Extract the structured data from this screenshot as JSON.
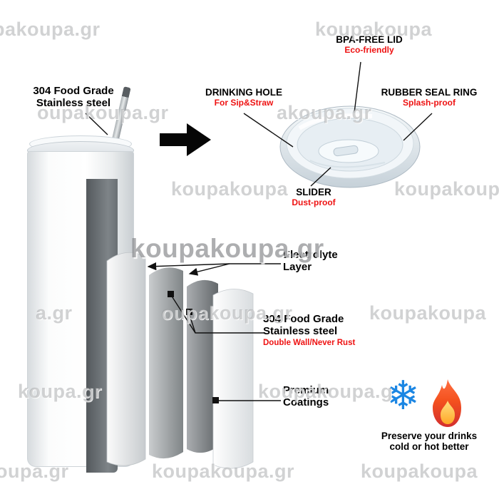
{
  "watermarks": [
    "pakoupa.gr",
    "koupakoupa",
    "oupakoupa.gr",
    "akoupa.gr",
    "koupakoupa",
    "koupakoupa",
    "koupakoupa.gr",
    "a.gr",
    "oupakoupa.gr",
    "koupakoupa",
    "koupa.gr",
    "koupakoupa.g",
    "oupa.gr",
    "koupakoupa.gr",
    "koupakoupa"
  ],
  "labels": {
    "steel_top": {
      "line1": "304 Food Grade",
      "line2": "Stainless steel"
    },
    "drinking_hole": {
      "title": "DRINKING HOLE",
      "sub": "For Sip&Straw"
    },
    "bpa_lid": {
      "title": "BPA-FREE LID",
      "sub": "Eco-friendly"
    },
    "rubber_ring": {
      "title": "RUBBER SEAL RING",
      "sub": "Splash-proof"
    },
    "slider": {
      "title": "SLIDER",
      "sub": "Dust-proof"
    },
    "electrolyte": {
      "line1": "Electrolyte",
      "line2": "Layer"
    },
    "steel_mid": {
      "line1": "304 Food Grade",
      "line2": "Stainless steel",
      "sub": "Double Wall/Never Rust"
    },
    "premium": {
      "line1": "Premium",
      "line2": "Coatings"
    },
    "preserve": {
      "line1": "Preserve your drinks",
      "line2": "cold or hot better"
    }
  },
  "icons": {
    "snowflake_glyph": "❄",
    "snowflake_name": "snowflake-icon",
    "flame_name": "flame-icon"
  },
  "colors": {
    "accent_red": "#ee1212",
    "snowflake_blue": "#1b86e3",
    "flame_orange": "#f4511e",
    "watermark_gray": "#919496",
    "arrow_black": "#060606"
  }
}
